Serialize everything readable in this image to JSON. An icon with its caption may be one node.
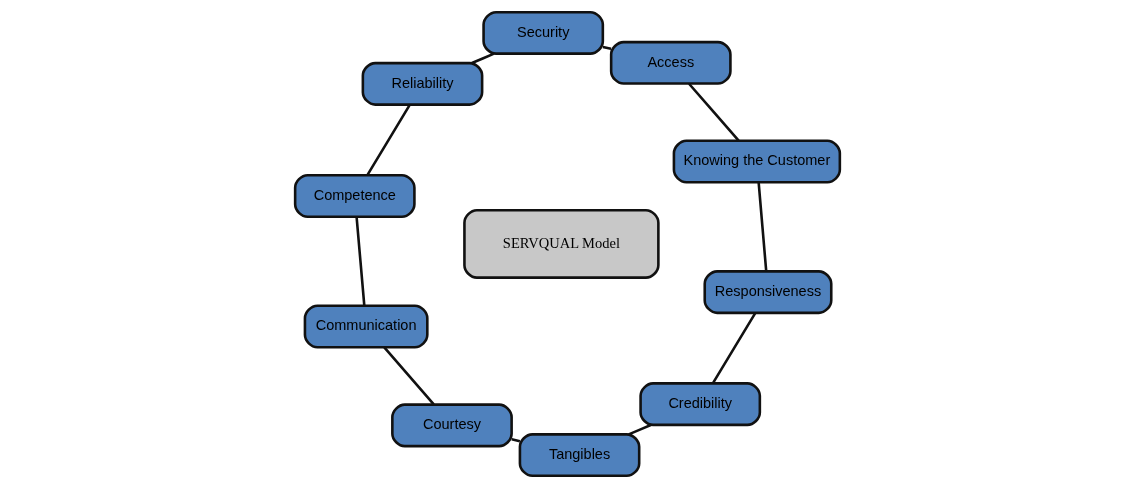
{
  "diagram": {
    "nodes": [
      {
        "text": [
          "Reliability"
        ]
      },
      {
        "text": [
          "Security"
        ]
      },
      {
        "text": [
          "Access"
        ]
      },
      {
        "text": [
          "Competence"
        ]
      },
      {
        "text": [
          "Knowing the Customer"
        ]
      },
      {
        "text": [
          "SERVQUAL Model"
        ]
      },
      {
        "text": [
          "Communication"
        ]
      },
      {
        "text": [
          "Responsiveness"
        ]
      },
      {
        "text": [
          "Courtesy"
        ]
      },
      {
        "text": [
          "Tangibles"
        ]
      },
      {
        "text": [
          "Credibility"
        ]
      }
    ],
    "edges": [
      {
        "from": 0,
        "to": 1,
        "arrow": "none"
      },
      {
        "from": 1,
        "to": 2,
        "arrow": "none"
      },
      {
        "from": 2,
        "to": 4,
        "arrow": "none"
      },
      {
        "from": 4,
        "to": 7,
        "arrow": "none"
      },
      {
        "from": 7,
        "to": 10,
        "arrow": "none"
      },
      {
        "from": 10,
        "to": 9,
        "arrow": "none"
      },
      {
        "from": 9,
        "to": 8,
        "arrow": "none"
      },
      {
        "from": 8,
        "to": 6,
        "arrow": "none"
      },
      {
        "from": 6,
        "to": 3,
        "arrow": "none"
      },
      {
        "from": 3,
        "to": 0,
        "arrow": "none"
      }
    ]
  }
}
